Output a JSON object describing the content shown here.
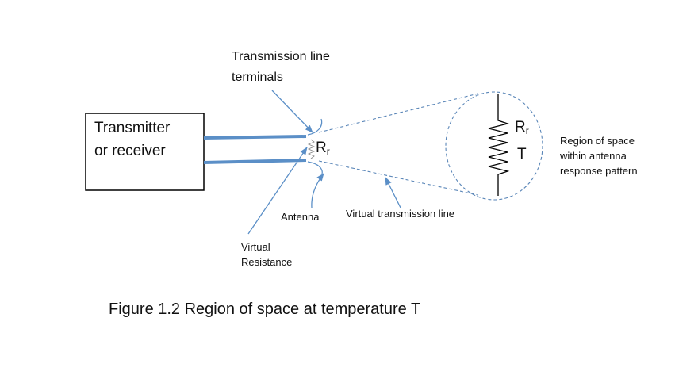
{
  "diagram": {
    "box_label_line1": "Transmitter",
    "box_label_line2": "or receiver",
    "terminals_label_line1": "Transmission line",
    "terminals_label_line2": "terminals",
    "rr_symbol": "R",
    "rr_subscript": "r",
    "t_symbol": "T",
    "region_label_line1": "Region of space",
    "region_label_line2": "within antenna",
    "region_label_line3": "response pattern",
    "antenna_label": "Antenna",
    "virtual_tl_label": "Virtual transmission line",
    "virtual_res_line1": "Virtual",
    "virtual_res_line2": "Resistance",
    "caption": "Figure 1.2 Region of space at temperature T"
  },
  "colors": {
    "line_blue": "#5b8fc7",
    "dash_blue": "#5a86b8",
    "arrow_blue": "#5b8fc7",
    "text": "#111111"
  }
}
